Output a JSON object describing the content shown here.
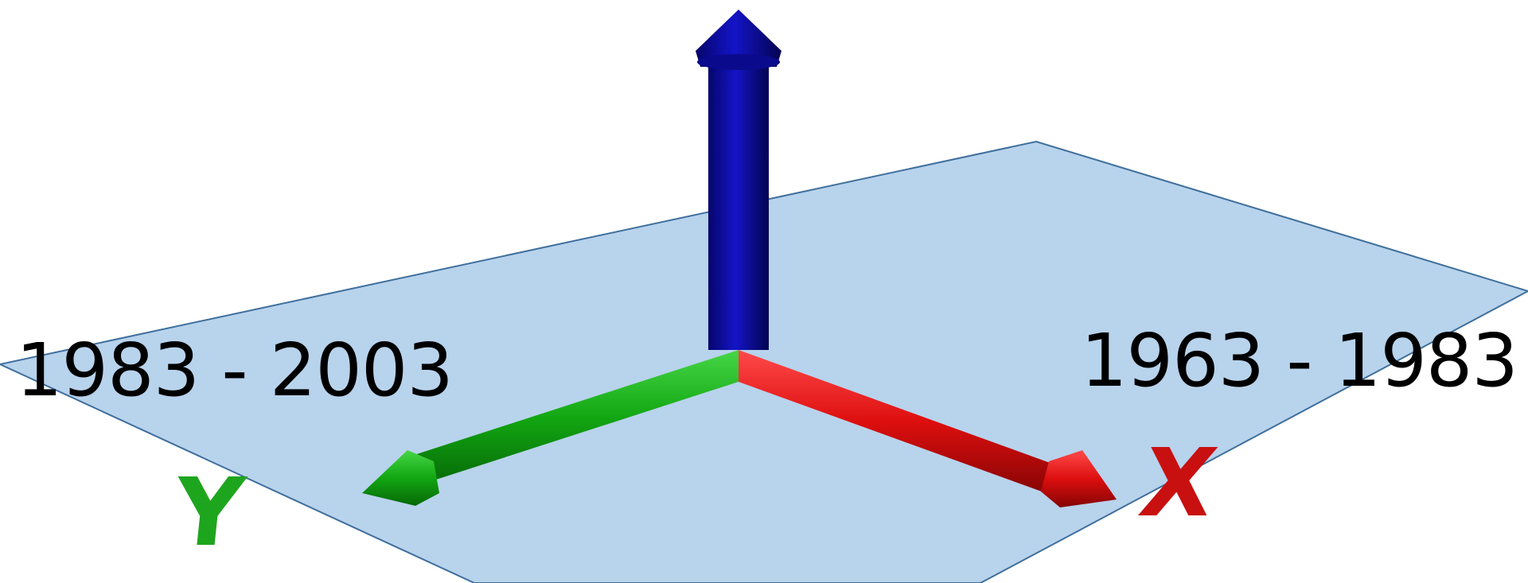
{
  "labels": {
    "left_range": "1983 - 2003",
    "right_range": "1963 - 1983",
    "y_axis": "Y",
    "x_axis": "X"
  },
  "colors": {
    "plane_fill": "#b8d3ec",
    "plane_edge": "#3f6f9c",
    "z_axis": "#0a0aa8",
    "y_axis": "#1aa01a",
    "x_axis": "#d40f0f"
  }
}
